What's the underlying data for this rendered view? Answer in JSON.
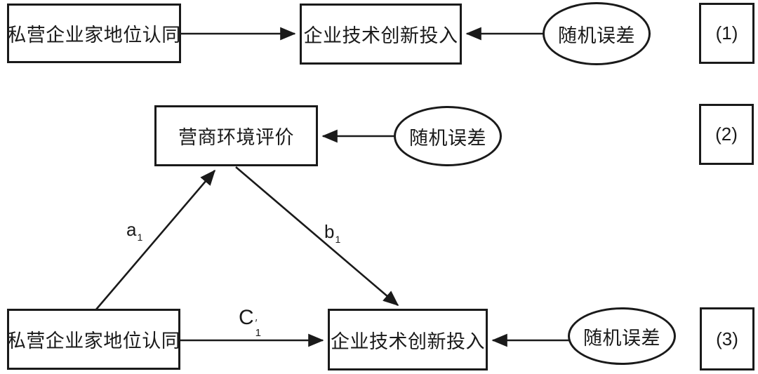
{
  "colors": {
    "stroke": "#1a1a1a",
    "text": "#1a1a1a",
    "background": "#ffffff"
  },
  "model1": {
    "tag": "(1)",
    "predictor": "私营企业家地位认同",
    "outcome": "企业技术创新投入",
    "error": "随机误差"
  },
  "model2": {
    "tag": "(2)",
    "mediator": "营商环境评价",
    "error": "随机误差"
  },
  "model3": {
    "tag": "(3)",
    "predictor": "私营企业家地位认同",
    "outcome": "企业技术创新投入",
    "error": "随机误差",
    "label_a": {
      "base": "a",
      "sub": "1"
    },
    "label_b": {
      "base": "b",
      "sub": "1"
    },
    "label_c": {
      "base": "C",
      "prime": "′",
      "sub": "1"
    }
  }
}
